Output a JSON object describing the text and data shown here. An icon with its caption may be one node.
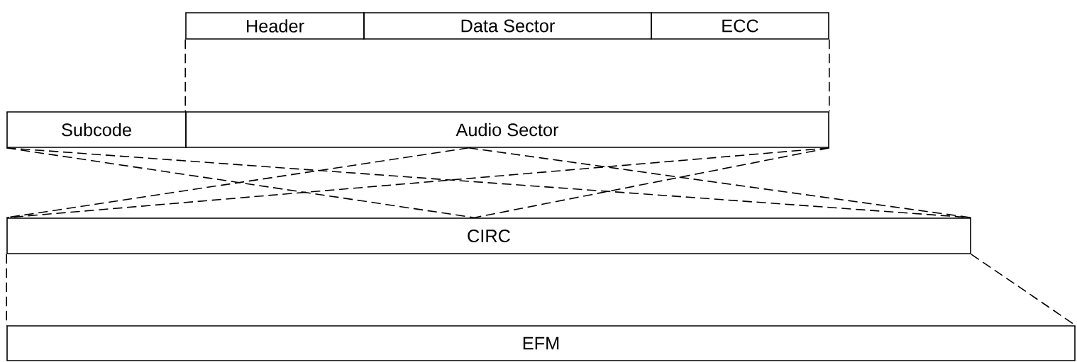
{
  "diagram": {
    "nodes": [
      {
        "text": [
          "Header"
        ]
      },
      {
        "text": [
          "Data Sector"
        ]
      },
      {
        "text": [
          "ECC"
        ]
      },
      {
        "text": [
          "Subcode"
        ]
      },
      {
        "text": [
          "Audio Sector"
        ]
      },
      {
        "text": [
          "CIRC"
        ]
      },
      {
        "text": [
          "EFM"
        ]
      }
    ],
    "edges": [
      {
        "from": 0,
        "to": 4,
        "arrow": "none",
        "style": "dashed"
      },
      {
        "from": 2,
        "to": 4,
        "arrow": "none",
        "style": "dashed"
      },
      {
        "from": 3,
        "to": 5,
        "arrow": "none",
        "style": "dashed"
      },
      {
        "from": 3,
        "to": 5,
        "arrow": "none",
        "style": "dashed"
      },
      {
        "from": 4,
        "to": 5,
        "arrow": "none",
        "style": "dashed"
      },
      {
        "from": 4,
        "to": 5,
        "arrow": "none",
        "style": "dashed"
      },
      {
        "from": 4,
        "to": 5,
        "arrow": "none",
        "style": "dashed"
      },
      {
        "from": 4,
        "to": 5,
        "arrow": "none",
        "style": "dashed"
      },
      {
        "from": 5,
        "to": 6,
        "arrow": "none",
        "style": "dashed"
      },
      {
        "from": 5,
        "to": 6,
        "arrow": "none",
        "style": "dashed"
      }
    ]
  }
}
